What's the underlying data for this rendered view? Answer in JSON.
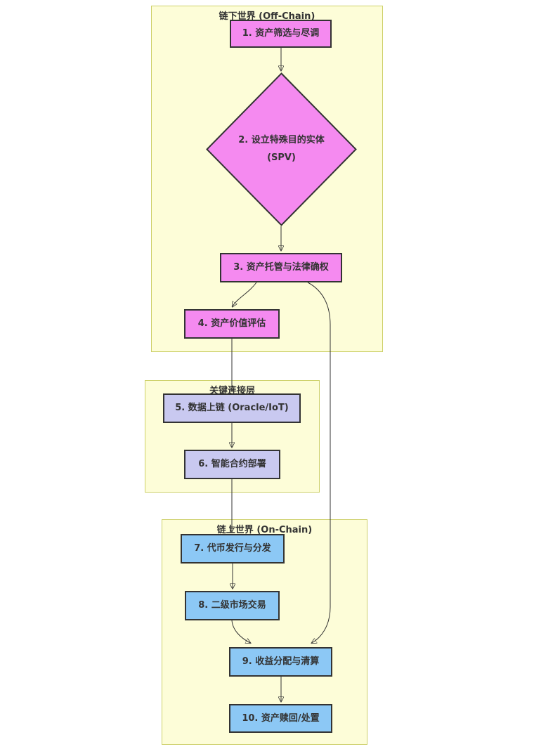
{
  "diagram": {
    "subgraphs": [
      {
        "id": "offchain",
        "title": "链下世界 (Off-Chain)"
      },
      {
        "id": "link-layer",
        "title": "关键连接层"
      },
      {
        "id": "onchain",
        "title": "链上世界 (On-Chain)"
      }
    ],
    "nodes": [
      {
        "id": "1",
        "label": "1. 资产筛选与尽调",
        "shape": "rect",
        "group": "offchain"
      },
      {
        "id": "2",
        "label": "2. 设立特殊目的实体",
        "label_line2": "(SPV)",
        "shape": "diamond",
        "group": "offchain"
      },
      {
        "id": "3",
        "label": "3. 资产托管与法律确权",
        "shape": "rect",
        "group": "offchain"
      },
      {
        "id": "4",
        "label": "4. 资产价值评估",
        "shape": "rect",
        "group": "offchain"
      },
      {
        "id": "5",
        "label": "5. 数据上链 (Oracle/IoT)",
        "shape": "rect",
        "group": "link-layer"
      },
      {
        "id": "6",
        "label": "6. 智能合约部署",
        "shape": "rect",
        "group": "link-layer"
      },
      {
        "id": "7",
        "label": "7. 代币发行与分发",
        "shape": "rect",
        "group": "onchain"
      },
      {
        "id": "8",
        "label": "8. 二级市场交易",
        "shape": "rect",
        "group": "onchain"
      },
      {
        "id": "9",
        "label": "9. 收益分配与清算",
        "shape": "rect",
        "group": "onchain"
      },
      {
        "id": "10",
        "label": "10. 资产赎回/处置",
        "shape": "rect",
        "group": "onchain"
      }
    ],
    "edges": [
      {
        "from": "1",
        "to": "2"
      },
      {
        "from": "2",
        "to": "3"
      },
      {
        "from": "3",
        "to": "4"
      },
      {
        "from": "3",
        "to": "9"
      },
      {
        "from": "4",
        "to": "5"
      },
      {
        "from": "5",
        "to": "6"
      },
      {
        "from": "6",
        "to": "7"
      },
      {
        "from": "7",
        "to": "8"
      },
      {
        "from": "8",
        "to": "9"
      },
      {
        "from": "9",
        "to": "10"
      }
    ],
    "colors": {
      "offchain_node_fill": "#f58af0",
      "link_node_fill": "#c9c9f0",
      "onchain_node_fill": "#8cc8f5",
      "node_border": "#333333",
      "subgraph_fill": "#fdfdd8",
      "subgraph_border": "#cdd069",
      "edge": "#333333",
      "text": "#333333"
    }
  }
}
